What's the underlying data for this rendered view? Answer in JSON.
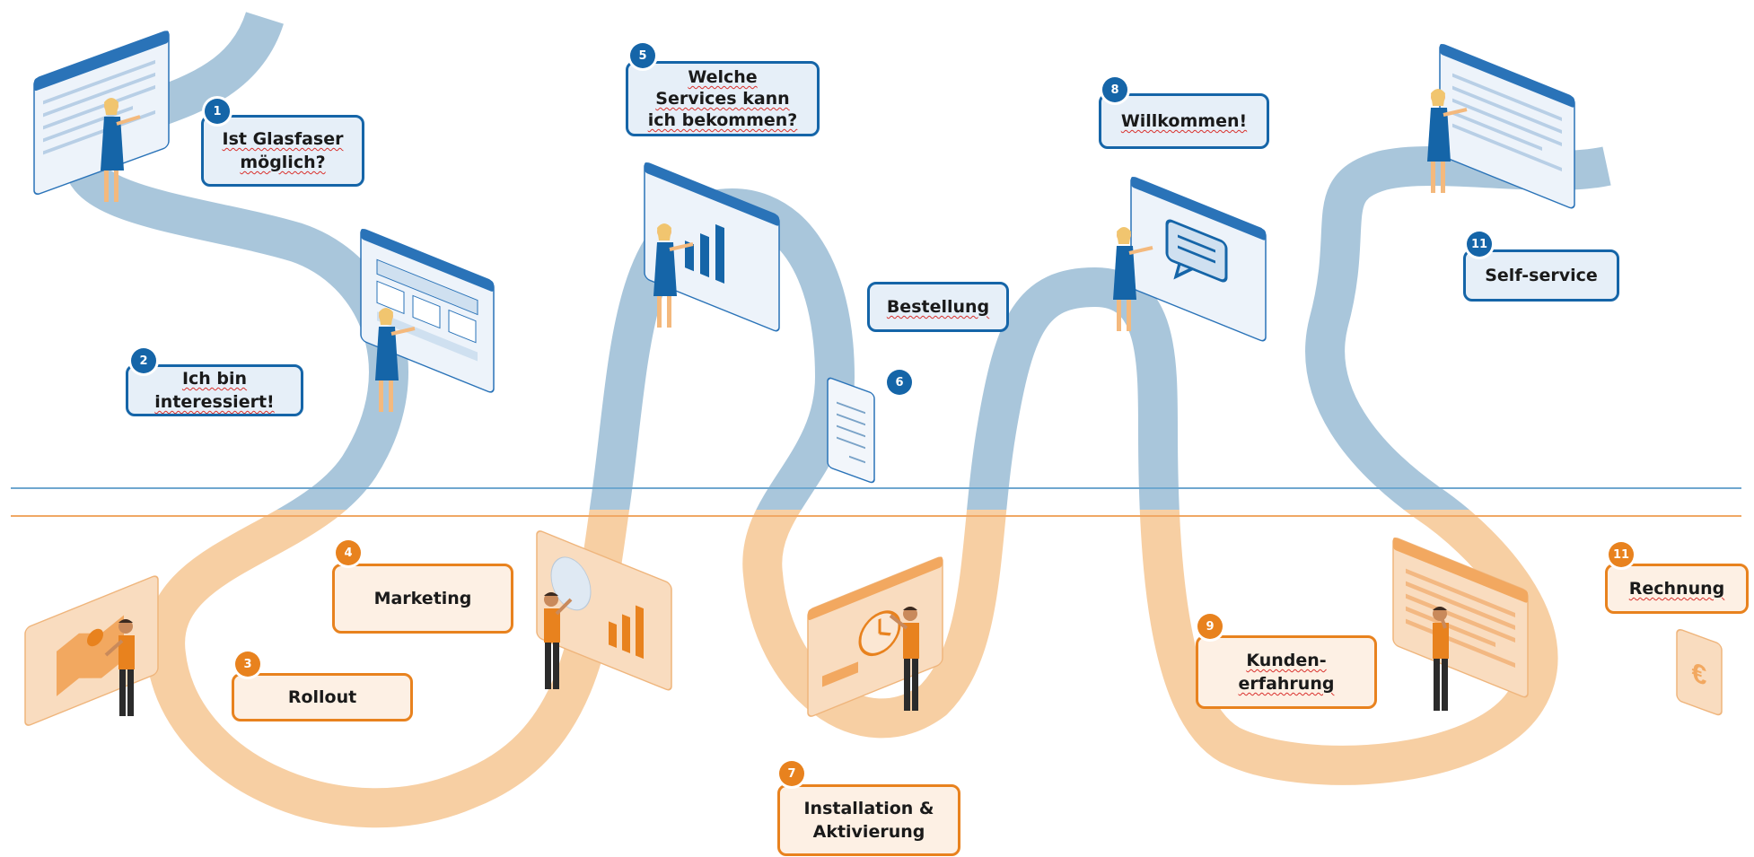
{
  "colors": {
    "customer_path": "#a9c6db",
    "operator_path": "#f7cfa3",
    "customer_accent": "#1565a8",
    "operator_accent": "#e8821e",
    "divider_blue": "#6fa7cf",
    "divider_orange": "#f0a865"
  },
  "steps": [
    {
      "number": "1",
      "label": "Ist Glasfaser\nmöglich?",
      "track": "customer"
    },
    {
      "number": "2",
      "label": "Ich bin\ninteressiert!",
      "track": "customer"
    },
    {
      "number": "3",
      "label": "Rollout",
      "track": "operator"
    },
    {
      "number": "4",
      "label": "Marketing",
      "track": "operator"
    },
    {
      "number": "5",
      "label": "Welche\nServices kann\nich bekommen?",
      "track": "customer"
    },
    {
      "number": "",
      "label": "Bestellung",
      "track": "customer"
    },
    {
      "number": "6",
      "label": "",
      "track": "customer"
    },
    {
      "number": "7",
      "label": "Installation &\nAktivierung",
      "track": "operator"
    },
    {
      "number": "8",
      "label": "Willkommen!",
      "track": "customer"
    },
    {
      "number": "9",
      "label": "Kunden-\nerfahrung",
      "track": "operator"
    },
    {
      "number": "11",
      "label": "Self-service",
      "track": "customer"
    },
    {
      "number": "11",
      "label": "Rechnung",
      "track": "operator"
    }
  ],
  "icons": {
    "customer_screen": "browser-window-icon",
    "operator_screen": "dashboard-panel-icon",
    "document": "document-icon",
    "chat": "chat-bubble-icon",
    "bar_chart": "bar-chart-icon",
    "map": "map-pin-icon",
    "clock": "clock-icon",
    "euro": "euro-icon",
    "person_customer": "woman-figure-icon",
    "person_operator": "man-figure-icon"
  }
}
